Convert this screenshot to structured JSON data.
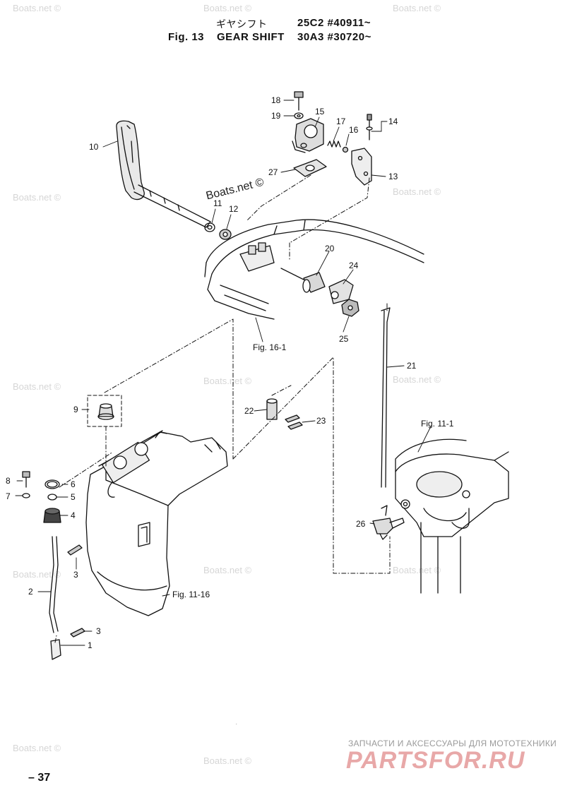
{
  "header": {
    "jp_title": "ギヤシフト",
    "fig_label": "Fig. 13",
    "title": "GEAR SHIFT",
    "serial_1": "25C2 #40911~",
    "serial_2": "30A3 #30720~"
  },
  "watermark_text": "Boats.net ©",
  "callouts": [
    "1",
    "2",
    "3",
    "3",
    "4",
    "5",
    "6",
    "7",
    "8",
    "9",
    "10",
    "11",
    "12",
    "13",
    "14",
    "15",
    "16",
    "17",
    "18",
    "19",
    "20",
    "21",
    "22",
    "23",
    "24",
    "25",
    "26",
    "27"
  ],
  "references": [
    "Fig. 16-1",
    "Fig. 11-1",
    "Fig. 11-16"
  ],
  "footer": {
    "page_number": "– 37",
    "sub": "ЗАПЧАСТИ И АКСЕССУАРЫ ДЛЯ МОТОТЕХНИКИ",
    "brand": "PARTSFOR.RU"
  }
}
